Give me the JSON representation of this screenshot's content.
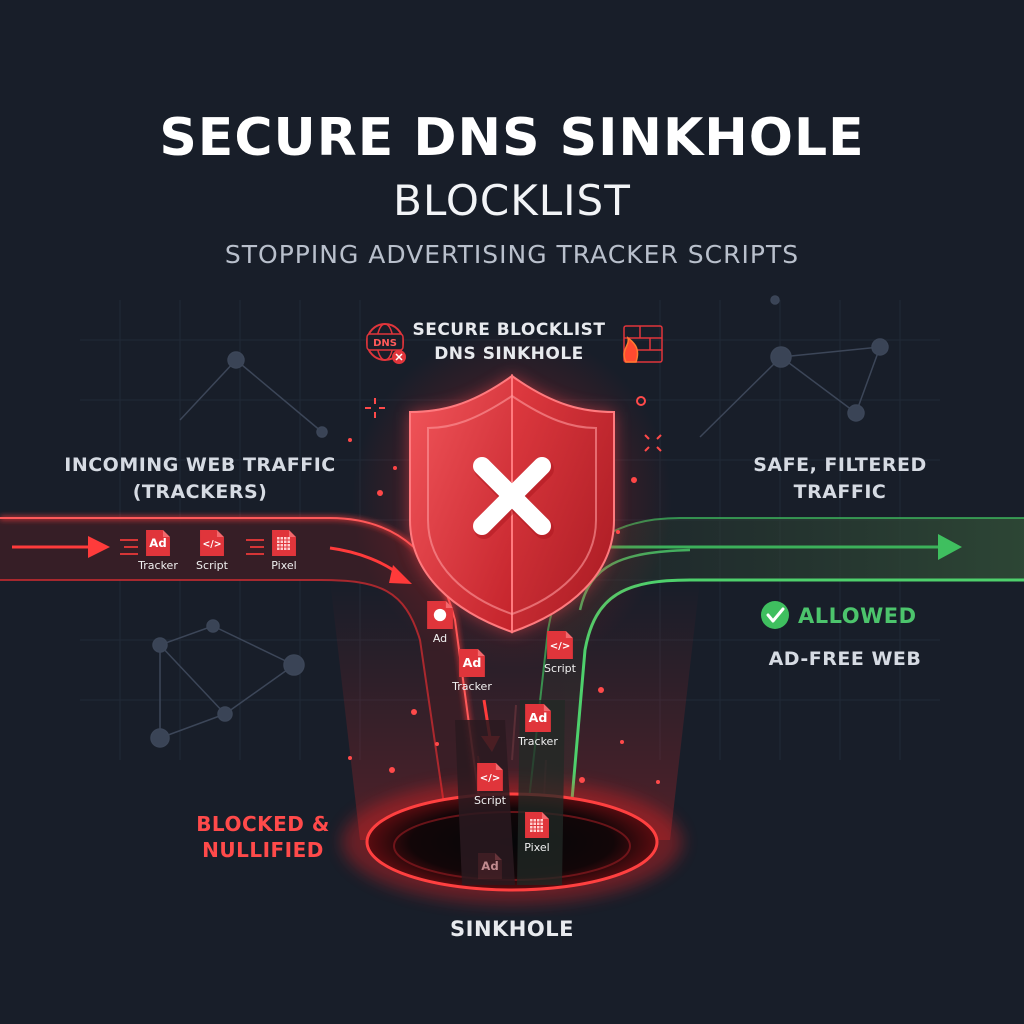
{
  "header": {
    "title": "SECURE DNS SINKHOLE",
    "subtitle": "BLOCKLIST",
    "tagline": "STOPPING ADVERTISING TRACKER SCRIPTS"
  },
  "shield": {
    "label_line1": "SECURE BLOCKLIST",
    "label_line2": "DNS SINKHOLE",
    "dns_badge": "DNS"
  },
  "incoming": {
    "label_line1": "INCOMING WEB TRAFFIC",
    "label_line2": "(TRACKERS)",
    "tokens": [
      {
        "type": "ad",
        "glyph": "Ad",
        "label": "Tracker"
      },
      {
        "type": "script",
        "glyph": "</>",
        "label": "Script"
      },
      {
        "type": "pixel",
        "glyph": "",
        "label": "Pixel"
      }
    ]
  },
  "blocked_stream": {
    "tokens": [
      {
        "type": "ad-shape",
        "glyph": "",
        "label": "Ad"
      },
      {
        "type": "ad",
        "glyph": "Ad",
        "label": "Tracker"
      },
      {
        "type": "script",
        "glyph": "</>",
        "label": "Script"
      },
      {
        "type": "ad",
        "glyph": "Ad",
        "label": ""
      }
    ]
  },
  "allowed_stream": {
    "tokens": [
      {
        "type": "script",
        "glyph": "</>",
        "label": "Script"
      },
      {
        "type": "ad",
        "glyph": "Ad",
        "label": "Tracker"
      },
      {
        "type": "pixel",
        "glyph": "",
        "label": "Pixel"
      }
    ]
  },
  "outgoing": {
    "label_line1": "SAFE, FILTERED",
    "label_line2": "TRAFFIC",
    "status": "ALLOWED",
    "caption": "AD-FREE WEB"
  },
  "blocked": {
    "label_line1": "BLOCKED &",
    "label_line2": "NULLIFIED"
  },
  "sinkhole": {
    "label": "SINKHOLE"
  },
  "colors": {
    "background": "#181e29",
    "blocked_red": "#ff3b3b",
    "allowed_green": "#3fbf5f",
    "shield_red": "#e0353b",
    "text_light": "#e8eaee"
  }
}
